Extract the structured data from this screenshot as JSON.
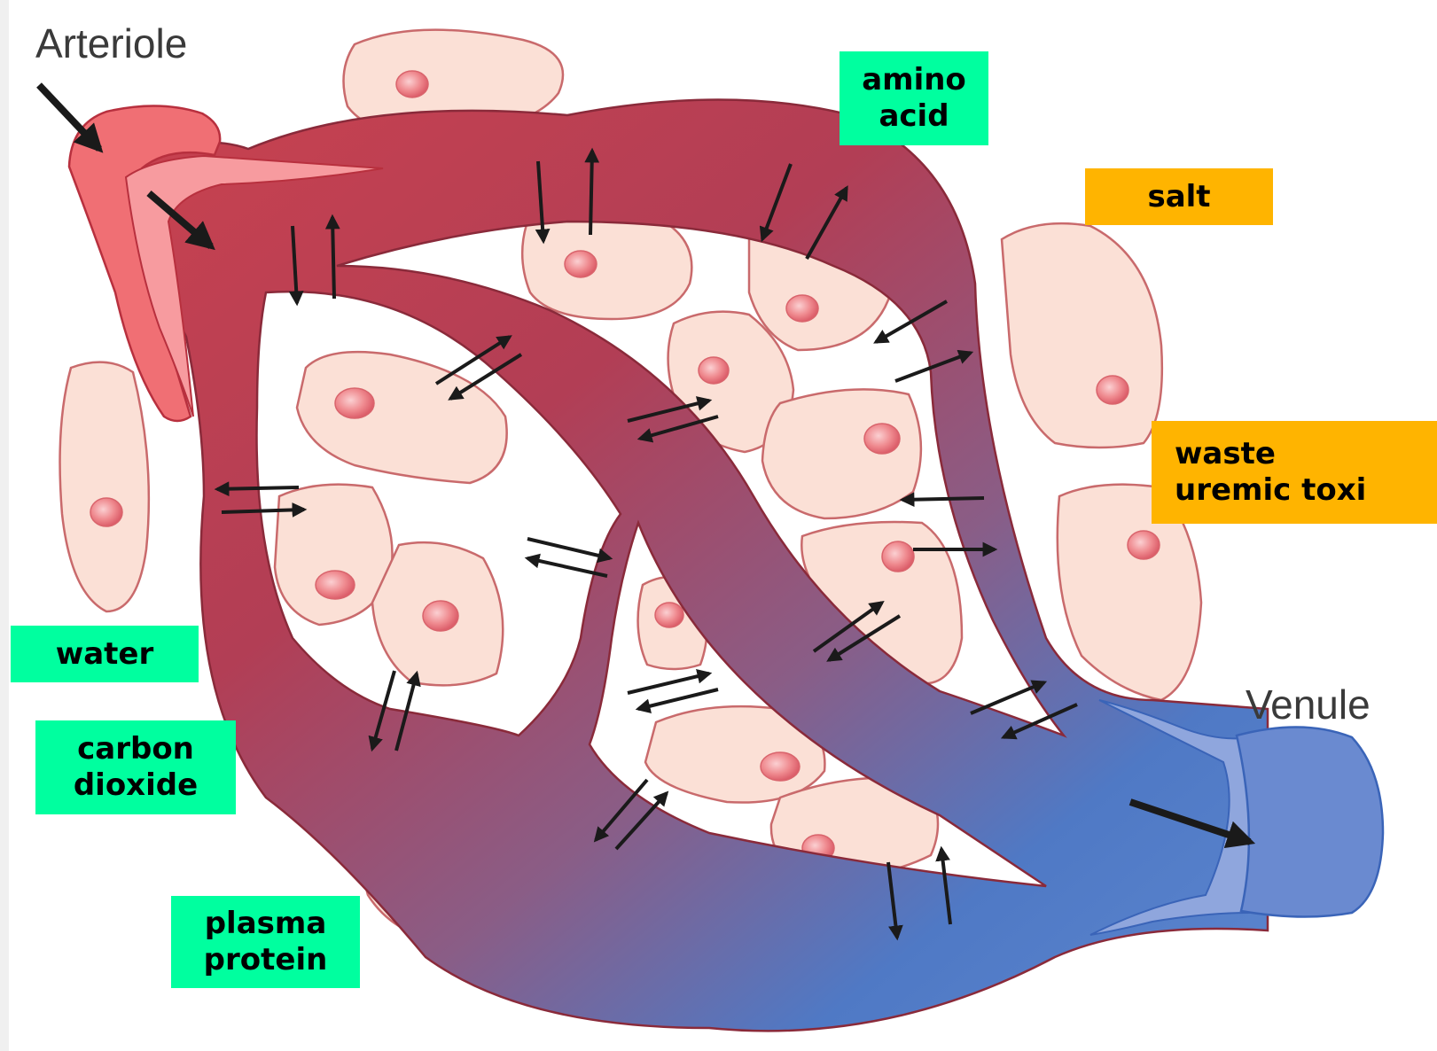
{
  "labels": {
    "arteriole": "Arteriole",
    "venule": "Venule"
  },
  "substances": {
    "amino_acid": "amino\nacid",
    "salt": "salt",
    "waste": "waste\nuremic toxi",
    "water": "water",
    "carbon_dioxide": "carbon\ndioxide",
    "plasma_protein": "plasma\nprotein"
  },
  "colors": {
    "nutrient_tag": "#00ff9f",
    "waste_tag": "#ffb400",
    "arterial_blood": "#b8394c",
    "venous_blood": "#4a7ccc",
    "tissue_cell": "#fbe0d6",
    "cell_nucleus": "#ef8a8f"
  }
}
